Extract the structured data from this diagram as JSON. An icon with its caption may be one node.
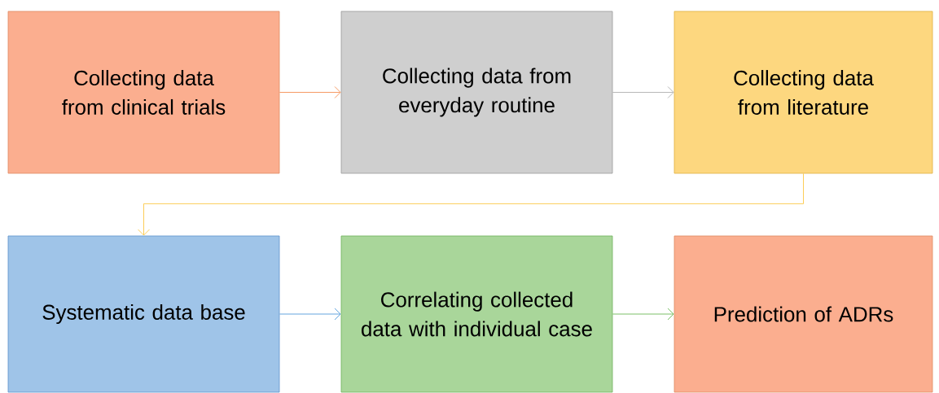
{
  "diagram": {
    "nodes": [
      {
        "text": [
          "Collecting data from clinical trials"
        ]
      },
      {
        "text": [
          "Collecting data from everyday routine"
        ]
      },
      {
        "text": [
          "Collecting data from literature"
        ]
      },
      {
        "text": [
          "Systematic data base"
        ]
      },
      {
        "text": [
          "Correlating collected data with individual case"
        ]
      },
      {
        "text": [
          "Prediction of ADRs"
        ]
      }
    ],
    "edges": [
      {
        "from": 0,
        "to": 1,
        "arrow": "to",
        "color": "#f4813e"
      },
      {
        "from": 1,
        "to": 2,
        "arrow": "to",
        "color": "#a5a5a5"
      },
      {
        "from": 2,
        "to": 3,
        "arrow": "to",
        "color": "#fbc02d"
      },
      {
        "from": 3,
        "to": 4,
        "arrow": "to",
        "color": "#3d8fd6"
      },
      {
        "from": 4,
        "to": 5,
        "arrow": "to",
        "color": "#5bb043"
      }
    ]
  }
}
